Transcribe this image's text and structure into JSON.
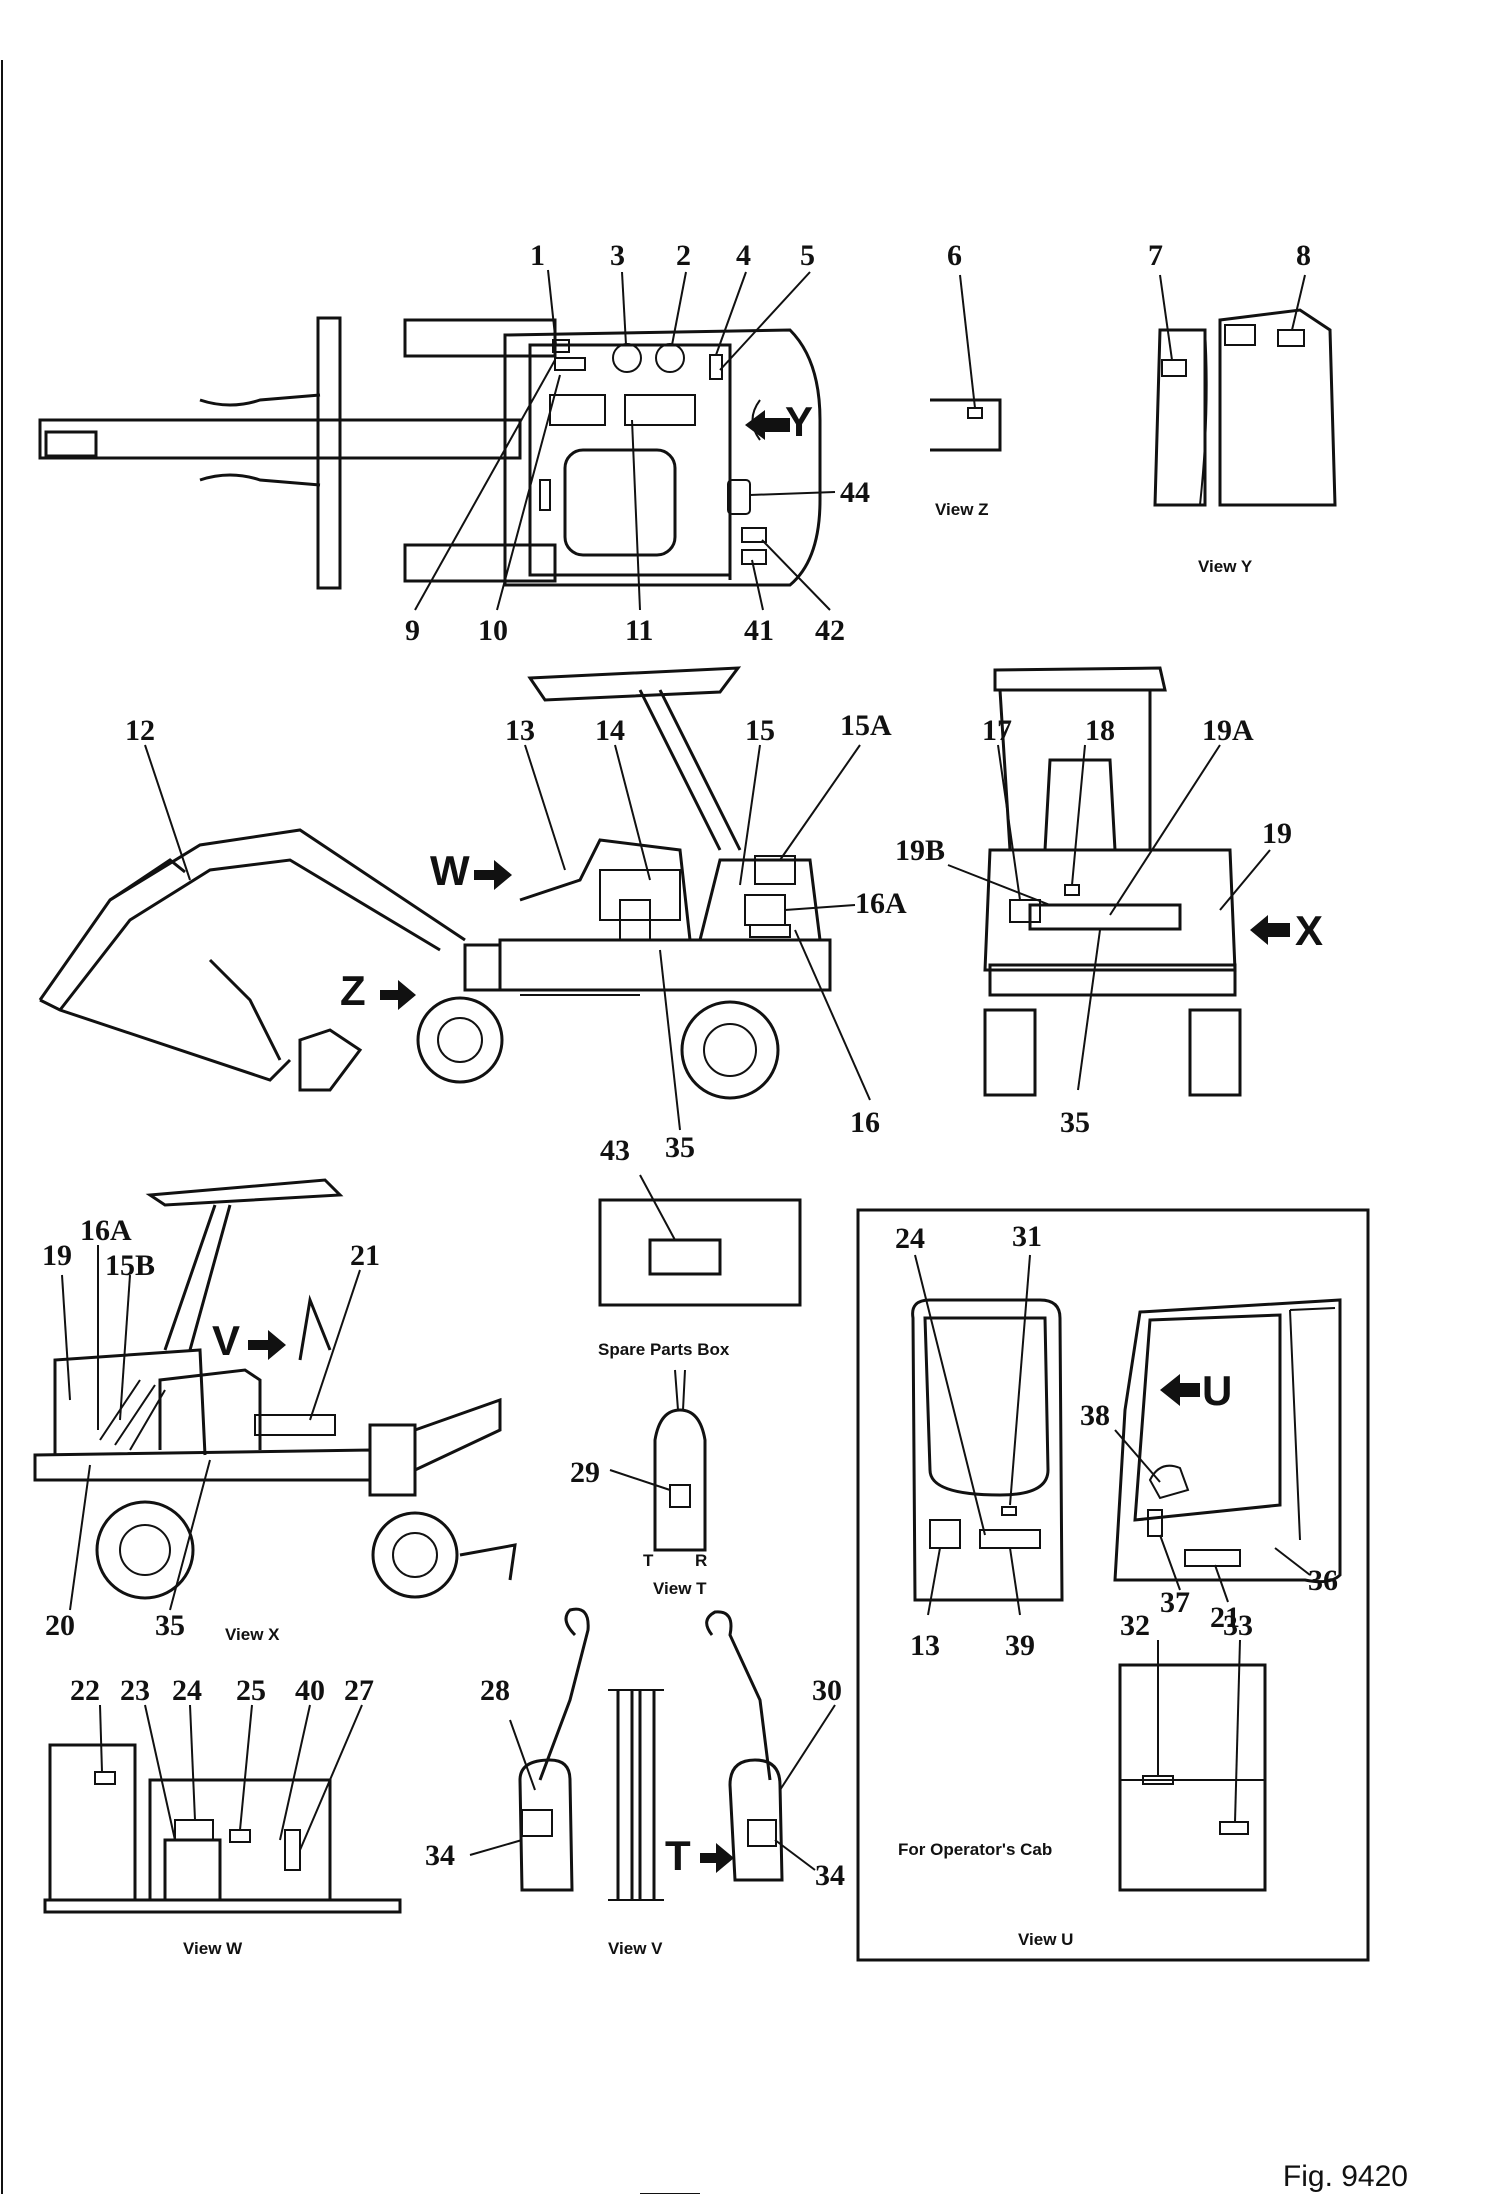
{
  "callouts": {
    "top": [
      "1",
      "3",
      "2",
      "4",
      "5",
      "6",
      "7",
      "8",
      "9",
      "10",
      "11",
      "41",
      "42",
      "44"
    ],
    "side": [
      "12",
      "13",
      "14",
      "15",
      "15A",
      "16A",
      "16",
      "35",
      "17",
      "18",
      "19A",
      "19B",
      "19",
      "35"
    ],
    "viewx": [
      "19",
      "16A",
      "15B",
      "21",
      "20",
      "35"
    ],
    "lower": [
      "43",
      "29",
      "22",
      "23",
      "24",
      "25",
      "40",
      "27",
      "28",
      "30",
      "34",
      "34"
    ],
    "cab": [
      "24",
      "31",
      "38",
      "13",
      "39",
      "37",
      "21",
      "36",
      "32",
      "33"
    ]
  },
  "arrows": {
    "y": "Y",
    "w": "W",
    "z": "Z",
    "x": "X",
    "v": "V",
    "t": "T",
    "u": "U"
  },
  "captions": {
    "view_z": "View Z",
    "view_y": "View Y",
    "spare": "Spare Parts Box",
    "view_t": "View T",
    "t_left": "T",
    "t_right": "R",
    "view_x": "View X",
    "view_w": "View W",
    "view_v": "View V",
    "for_cab": "For Operator's Cab",
    "view_u": "View U"
  },
  "figure": "Fig. 9420"
}
